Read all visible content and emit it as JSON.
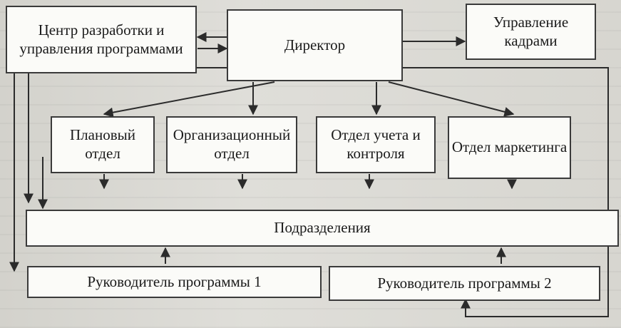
{
  "diagram": {
    "nodes": {
      "center": "Центр разработки и управления программами",
      "director": "Директор",
      "hr": "Управление кадрами",
      "planning": "Плановый отдел",
      "organizational": "Организационный отдел",
      "accounting": "Отдел учета и контроля",
      "marketing": "Отдел маркетинга",
      "divisions": "Подразделения",
      "manager1": "Руководитель программы 1",
      "manager2": "Руководитель программы 2"
    },
    "edges": [
      {
        "from": "director",
        "to": "center"
      },
      {
        "from": "center",
        "to": "director"
      },
      {
        "from": "director",
        "to": "hr"
      },
      {
        "from": "director",
        "to": "planning"
      },
      {
        "from": "director",
        "to": "organizational"
      },
      {
        "from": "director",
        "to": "accounting"
      },
      {
        "from": "director",
        "to": "marketing"
      },
      {
        "from": "planning",
        "to": "divisions"
      },
      {
        "from": "organizational",
        "to": "divisions"
      },
      {
        "from": "accounting",
        "to": "divisions"
      },
      {
        "from": "marketing",
        "to": "divisions"
      },
      {
        "from": "manager1",
        "to": "divisions"
      },
      {
        "from": "manager2",
        "to": "divisions"
      },
      {
        "from": "center",
        "to": "manager1"
      },
      {
        "from": "center",
        "to": "manager2"
      }
    ]
  }
}
